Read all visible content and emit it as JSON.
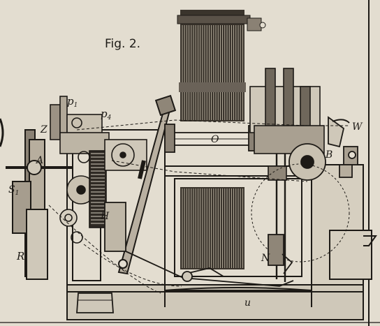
{
  "figure": {
    "caption": "Fig. 2.",
    "labels": {
      "p1": "p",
      "p1_sub": "1",
      "p4": "p",
      "p4_sub": "4",
      "Z": "Z",
      "A": "A",
      "S1": "S",
      "S1_sub": "1",
      "R": "R",
      "H": "H",
      "O": "O",
      "B": "B",
      "W": "W",
      "N": "N",
      "u": "u"
    }
  },
  "colors": {
    "paper": "#e3ddd0",
    "ink": "#1d1a16",
    "warp_dark": "#2a2520"
  }
}
